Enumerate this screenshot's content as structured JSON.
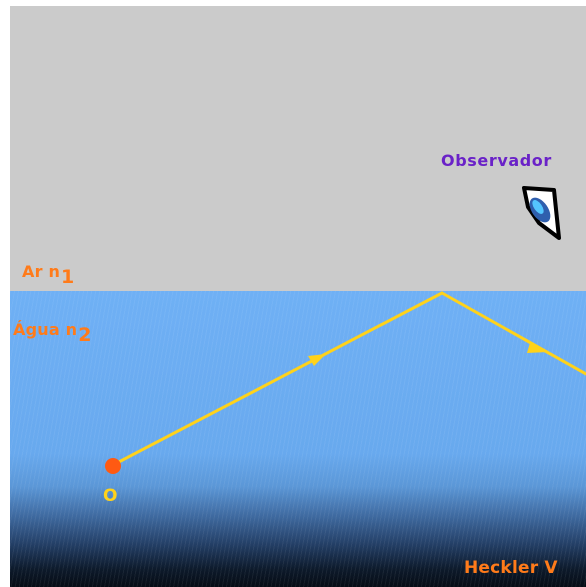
{
  "labels": {
    "air_medium": "Ar n",
    "air_index": "1",
    "water_medium": "Água n",
    "water_index": "2",
    "observer": "Observador",
    "origin": "O",
    "credit": "Heckler V"
  },
  "colors": {
    "air": "#cbcbcb",
    "water": "#6fb0f5",
    "ray": "#ffd21a",
    "source_point": "#ff5a12",
    "medium_labels": "#ff7b1a",
    "observer_label": "#6a22c8"
  },
  "icons": {
    "observer_eye": "eye-icon",
    "source": "light-source-point"
  }
}
